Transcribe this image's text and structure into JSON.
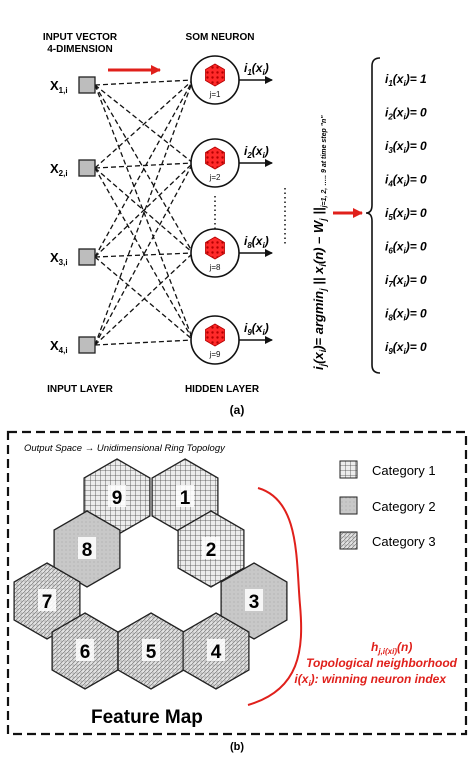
{
  "panel_a": {
    "input_header_line1": "INPUT VECTOR",
    "input_header_line2": "4-DIMENSION",
    "som_header": "SOM NEURON",
    "inputs": [
      {
        "main": "X",
        "sub": "1,i"
      },
      {
        "main": "X",
        "sub": "2,i"
      },
      {
        "main": "X",
        "sub": "3,i"
      },
      {
        "main": "X",
        "sub": "4,i"
      }
    ],
    "neurons": [
      {
        "label": "j=1",
        "out_main": "i",
        "out_sub": "1",
        "out_arg": "(x",
        "out_arg_sub": "i",
        "out_close": ")"
      },
      {
        "label": "j=2",
        "out_main": "i",
        "out_sub": "2",
        "out_arg": "(x",
        "out_arg_sub": "i",
        "out_close": ")"
      },
      {
        "label": "j=8",
        "out_main": "i",
        "out_sub": "8",
        "out_arg": "(x",
        "out_arg_sub": "i",
        "out_close": ")"
      },
      {
        "label": "j=9",
        "out_main": "i",
        "out_sub": "9",
        "out_arg": "(x",
        "out_arg_sub": "i",
        "out_close": ")"
      }
    ],
    "formula": "i",
    "formula_j": "j",
    "formula_x": "(x",
    "formula_i": "i",
    "formula_mid": ")= argmin",
    "formula_j2": "j",
    "formula_norm": " || x",
    "formula_i2": "i",
    "formula_n": "(n) – W",
    "formula_j3": "j",
    "formula_end": " ||",
    "formula_range": "j=1, 2, ….. 9 at time step \"n\"",
    "outputs": [
      {
        "main": "i",
        "sub": "1",
        "arg": "(x",
        "arg_sub": "i",
        "eq": ")= 1"
      },
      {
        "main": "i",
        "sub": "2",
        "arg": "(x",
        "arg_sub": "i",
        "eq": ")= 0"
      },
      {
        "main": "i",
        "sub": "3",
        "arg": "(x",
        "arg_sub": "i",
        "eq": ")= 0"
      },
      {
        "main": "i",
        "sub": "4",
        "arg": "(x",
        "arg_sub": "i",
        "eq": ")= 0"
      },
      {
        "main": "i",
        "sub": "5",
        "arg": "(x",
        "arg_sub": "i",
        "eq": ")= 0"
      },
      {
        "main": "i",
        "sub": "6",
        "arg": "(x",
        "arg_sub": "i",
        "eq": ")= 0"
      },
      {
        "main": "i",
        "sub": "7",
        "arg": "(x",
        "arg_sub": "i",
        "eq": ")= 0"
      },
      {
        "main": "i",
        "sub": "8",
        "arg": "(x",
        "arg_sub": "i",
        "eq": ")= 0"
      },
      {
        "main": "i",
        "sub": "9",
        "arg": "(x",
        "arg_sub": "i",
        "eq": ")= 0"
      }
    ],
    "input_layer": "INPUT LAYER",
    "hidden_layer": "HIDDEN LAYER",
    "caption": "(a)"
  },
  "panel_b": {
    "title": "Output Space → Unidimensional Ring Topology",
    "hexagons": [
      {
        "num": "9",
        "category": 1
      },
      {
        "num": "1",
        "category": 1
      },
      {
        "num": "8",
        "category": 2
      },
      {
        "num": "2",
        "category": 1
      },
      {
        "num": "7",
        "category": 3
      },
      {
        "num": "3",
        "category": 2
      },
      {
        "num": "6",
        "category": 3
      },
      {
        "num": "5",
        "category": 3
      },
      {
        "num": "4",
        "category": 3
      }
    ],
    "legend": [
      {
        "label": "Category 1"
      },
      {
        "label": "Category 2"
      },
      {
        "label": "Category 3"
      }
    ],
    "h_main": "h",
    "h_sub": "j,i(xi)",
    "h_arg": "(n)",
    "neighborhood": "Topological neighborhood",
    "winning_main": "i(x",
    "winning_sub": "i",
    "winning_rest": "): winning neuron index",
    "feature_map": "Feature Map",
    "caption": "(b)"
  },
  "colors": {
    "accent_red": "#e0201b",
    "stroke": "#222222",
    "input_box": "#bdbdbd",
    "cat1_fill": "#e4e4e4",
    "cat2_fill": "#c9c9c9",
    "cat3_fill": "#d6d6d6"
  }
}
